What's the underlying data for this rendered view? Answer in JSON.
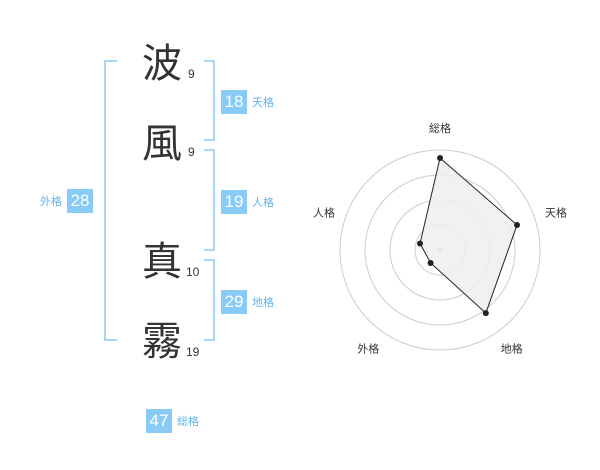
{
  "characters": [
    {
      "char": "波",
      "strokes": "9"
    },
    {
      "char": "風",
      "strokes": "9"
    },
    {
      "char": "真",
      "strokes": "10"
    },
    {
      "char": "霧",
      "strokes": "19"
    }
  ],
  "scores": {
    "tenkaku": {
      "label": "天格",
      "value": "18"
    },
    "jinkaku": {
      "label": "人格",
      "value": "19"
    },
    "chikaku": {
      "label": "地格",
      "value": "29"
    },
    "gaikaku": {
      "label": "外格",
      "value": "28"
    },
    "soukaku": {
      "label": "総格",
      "value": "47"
    }
  },
  "colors": {
    "accent": "#88cbf7",
    "accent_text": "#5fb5ed",
    "bracket": "#88cbf7",
    "radar_fill": "#eeeeee",
    "radar_line": "#222222"
  },
  "chart_data": {
    "type": "radar",
    "axes": [
      "総格",
      "天格",
      "地格",
      "外格",
      "人格"
    ],
    "values": [
      0.92,
      0.81,
      0.78,
      0.16,
      0.21
    ],
    "rings": 4
  }
}
